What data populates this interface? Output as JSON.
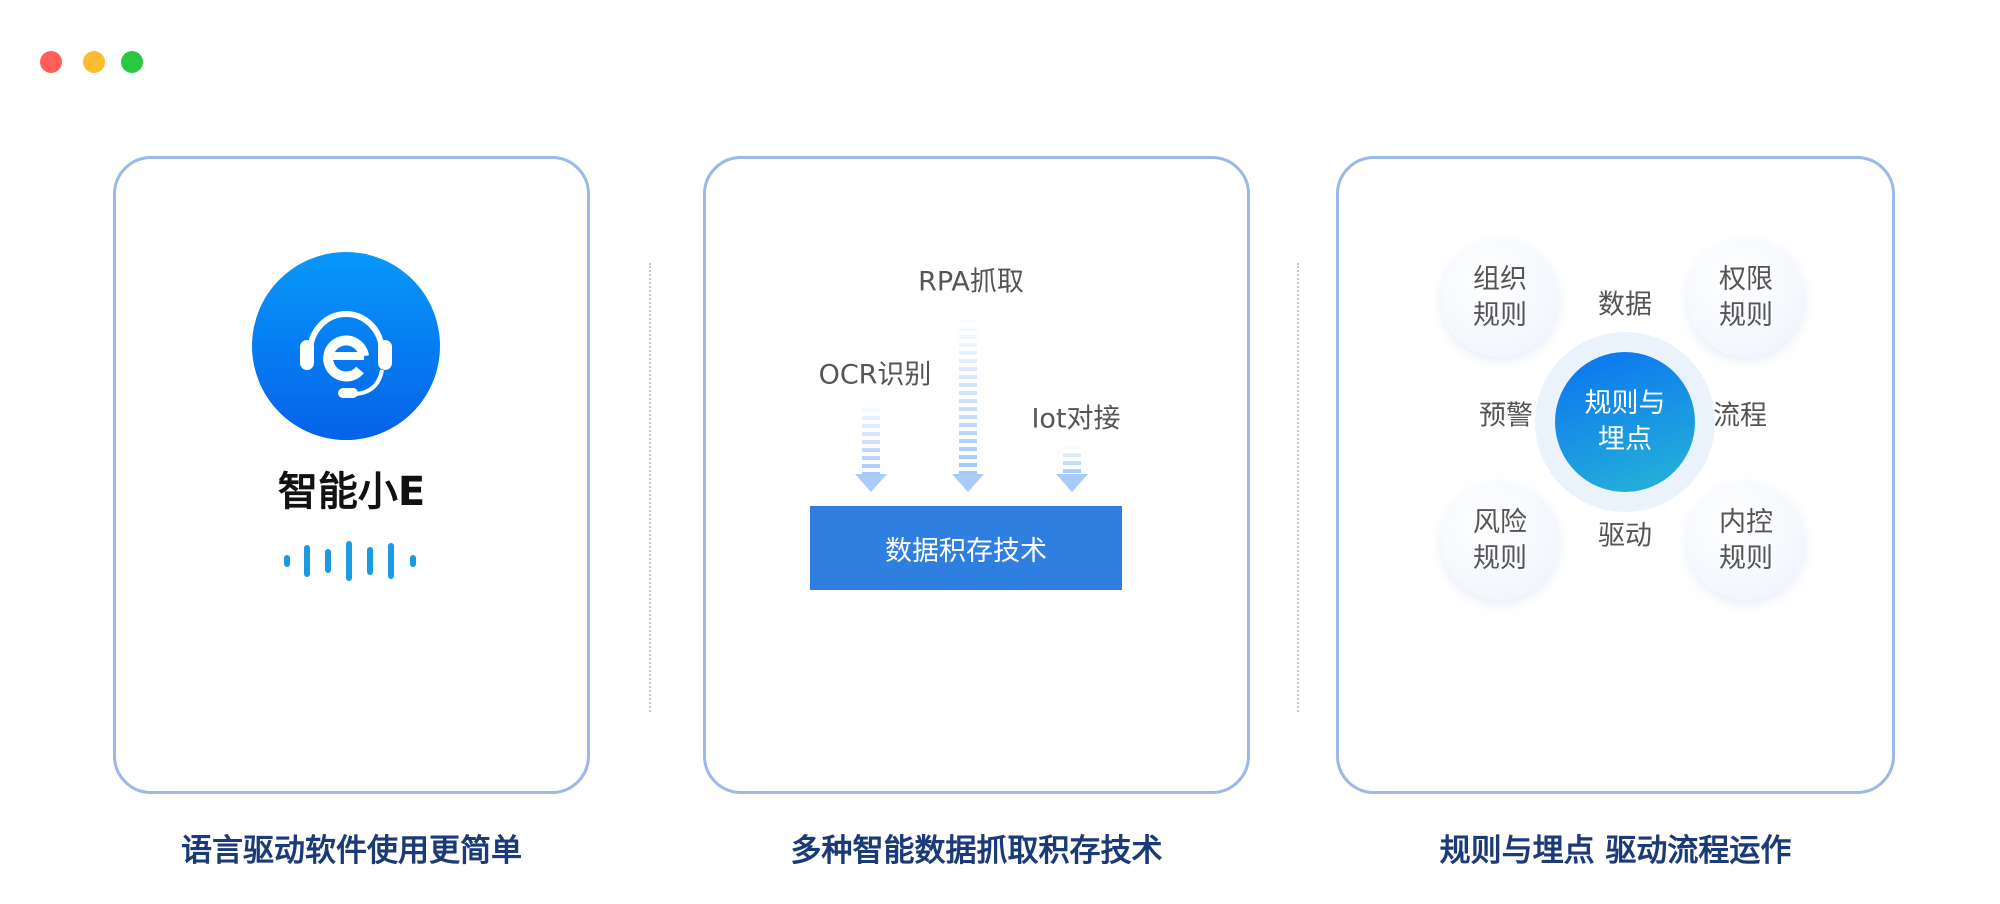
{
  "window": {
    "controls": [
      "close",
      "minimize",
      "maximize"
    ],
    "colors": {
      "close": "#ff5f57",
      "minimize": "#febc2e",
      "maximize": "#28c840"
    }
  },
  "cards": [
    {
      "title": "智能小E",
      "caption": "语言驱动软件使用更简单",
      "icon": "headset-e-icon"
    },
    {
      "sources": {
        "rpa": "RPA抓取",
        "ocr": "OCR识别",
        "iot": "Iot对接"
      },
      "box": "数据积存技术",
      "caption": "多种智能数据抓取积存技术"
    },
    {
      "center": {
        "line1": "规则与",
        "line2": "埋点"
      },
      "satellites": [
        {
          "l1": "组织",
          "l2": "规则"
        },
        {
          "l1": "权限",
          "l2": "规则"
        },
        {
          "l1": "风险",
          "l2": "规则"
        },
        {
          "l1": "内控",
          "l2": "规则"
        }
      ],
      "labels": {
        "top": "数据",
        "left": "预警",
        "right": "流程",
        "bottom": "驱动"
      },
      "caption": "规则与埋点 驱动流程运作"
    }
  ],
  "colors": {
    "accent": "#2f7fe0",
    "border": "#9ab8e8",
    "caption": "#1b3a78"
  }
}
